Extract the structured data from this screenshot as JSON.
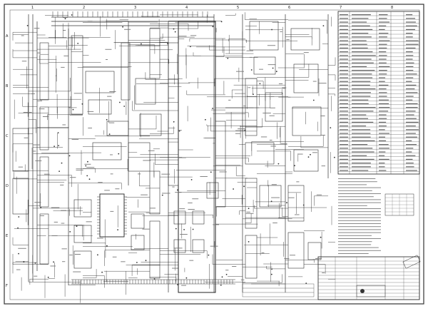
{
  "sheet": {
    "colors": {
      "paper": "#ffffff",
      "ink": "#222222",
      "frame": "#333333"
    },
    "grid_labels_top": [
      "1",
      "2",
      "3",
      "4",
      "5",
      "6",
      "7",
      "8"
    ],
    "grid_labels_side": [
      "A",
      "B",
      "C",
      "D",
      "E",
      "F"
    ]
  },
  "drawing": {
    "type": "electrical-wiring-schematic",
    "title_block_text_legible": false,
    "component_labels_legible": false
  }
}
